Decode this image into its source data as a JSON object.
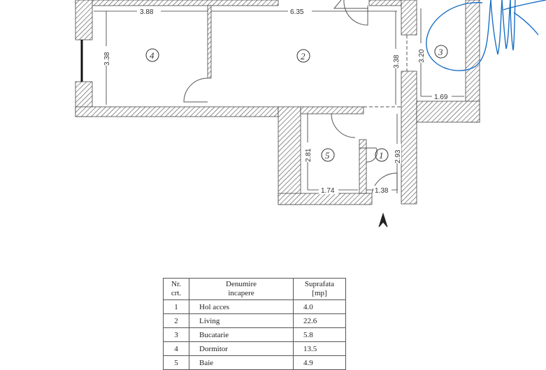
{
  "plan": {
    "dimensions": {
      "room4_width": "3.88",
      "living_width": "6.35",
      "room4_height": "3.38",
      "living_height": "3.38",
      "kitchen_height": "3.20",
      "kitchen_width": "1.69",
      "bath_height": "2.81",
      "bath_width": "1.74",
      "hall_height": "2.93",
      "hall_width": "1.38"
    },
    "room_labels": {
      "r1": "1",
      "r2": "2",
      "r3": "3",
      "r4": "4",
      "r5": "5"
    },
    "entrance_arrow": "entrance-arrow",
    "annotation_color": "#1a6fc4",
    "wall_hatch_color": "#555555"
  },
  "table": {
    "headers": {
      "nr": "Nr. crt.",
      "nr_line1": "Nr.",
      "nr_line2": "crt.",
      "name_line1": "Denumire",
      "name_line2": "incapere",
      "area_line1": "Suprafata",
      "area_line2": "[mp]"
    },
    "rows": [
      {
        "nr": "1",
        "name": "Hol acces",
        "area": "4.0"
      },
      {
        "nr": "2",
        "name": "Living",
        "area": "22.6"
      },
      {
        "nr": "3",
        "name": "Bucatarie",
        "area": "5.8"
      },
      {
        "nr": "4",
        "name": "Dormitor",
        "area": "13.5"
      },
      {
        "nr": "5",
        "name": "Baie",
        "area": "4.9"
      }
    ]
  }
}
